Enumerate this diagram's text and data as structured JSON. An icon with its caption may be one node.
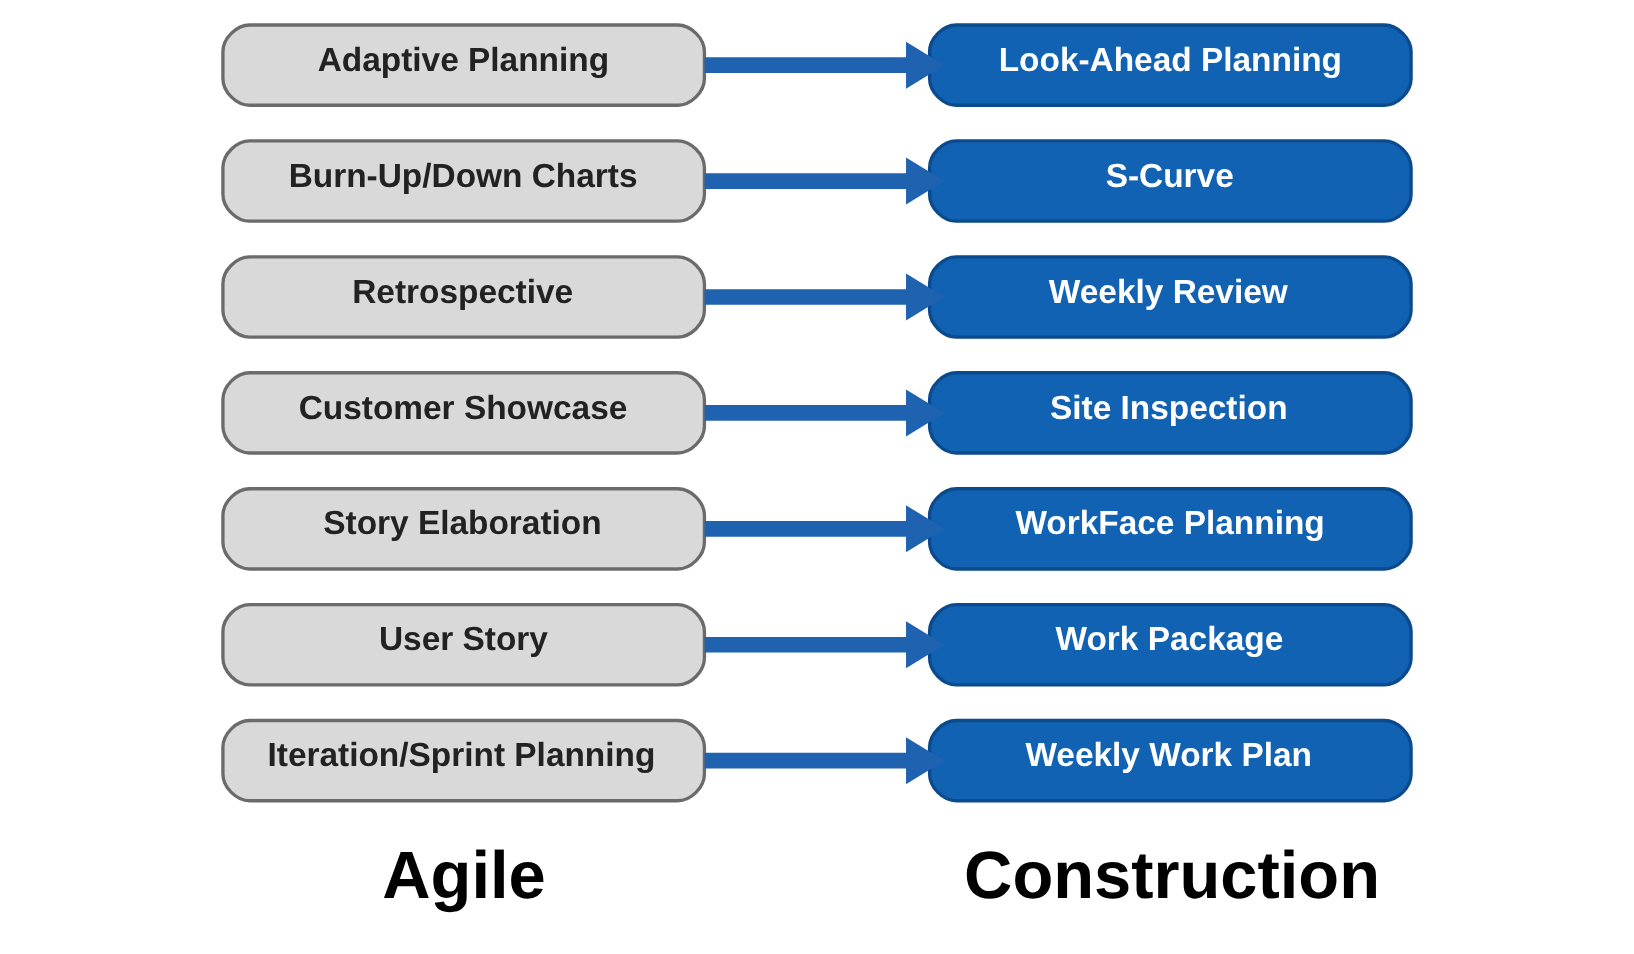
{
  "diagram": {
    "nodes": [
      {
        "text": [
          "Iteration/Sprint Planning"
        ]
      },
      {
        "text": [
          "Weekly Work Plan"
        ]
      },
      {
        "text": [
          "User Story"
        ]
      },
      {
        "text": [
          "Work Package"
        ]
      },
      {
        "text": [
          "Story Elaboration"
        ]
      },
      {
        "text": [
          "WorkFace Planning"
        ]
      },
      {
        "text": [
          "Customer Showcase"
        ]
      },
      {
        "text": [
          "Site Inspection"
        ]
      },
      {
        "text": [
          "Retrospective"
        ]
      },
      {
        "text": [
          "Weekly Review"
        ]
      },
      {
        "text": [
          "Burn-Up/Down Charts"
        ]
      },
      {
        "text": [
          "S-Curve"
        ]
      },
      {
        "text": [
          "Adaptive Planning"
        ]
      },
      {
        "text": [
          "Look-Ahead Planning"
        ]
      }
    ],
    "edges": [
      {
        "from": 0,
        "to": 1,
        "arrow": "to"
      },
      {
        "from": 2,
        "to": 3,
        "arrow": "to"
      },
      {
        "from": 4,
        "to": 5,
        "arrow": "to"
      },
      {
        "from": 6,
        "to": 7,
        "arrow": "to"
      },
      {
        "from": 8,
        "to": 9,
        "arrow": "to"
      },
      {
        "from": 10,
        "to": 11,
        "arrow": "to"
      },
      {
        "from": 12,
        "to": 13,
        "arrow": "to"
      }
    ],
    "labels": [
      "Agile",
      "Construction"
    ]
  }
}
